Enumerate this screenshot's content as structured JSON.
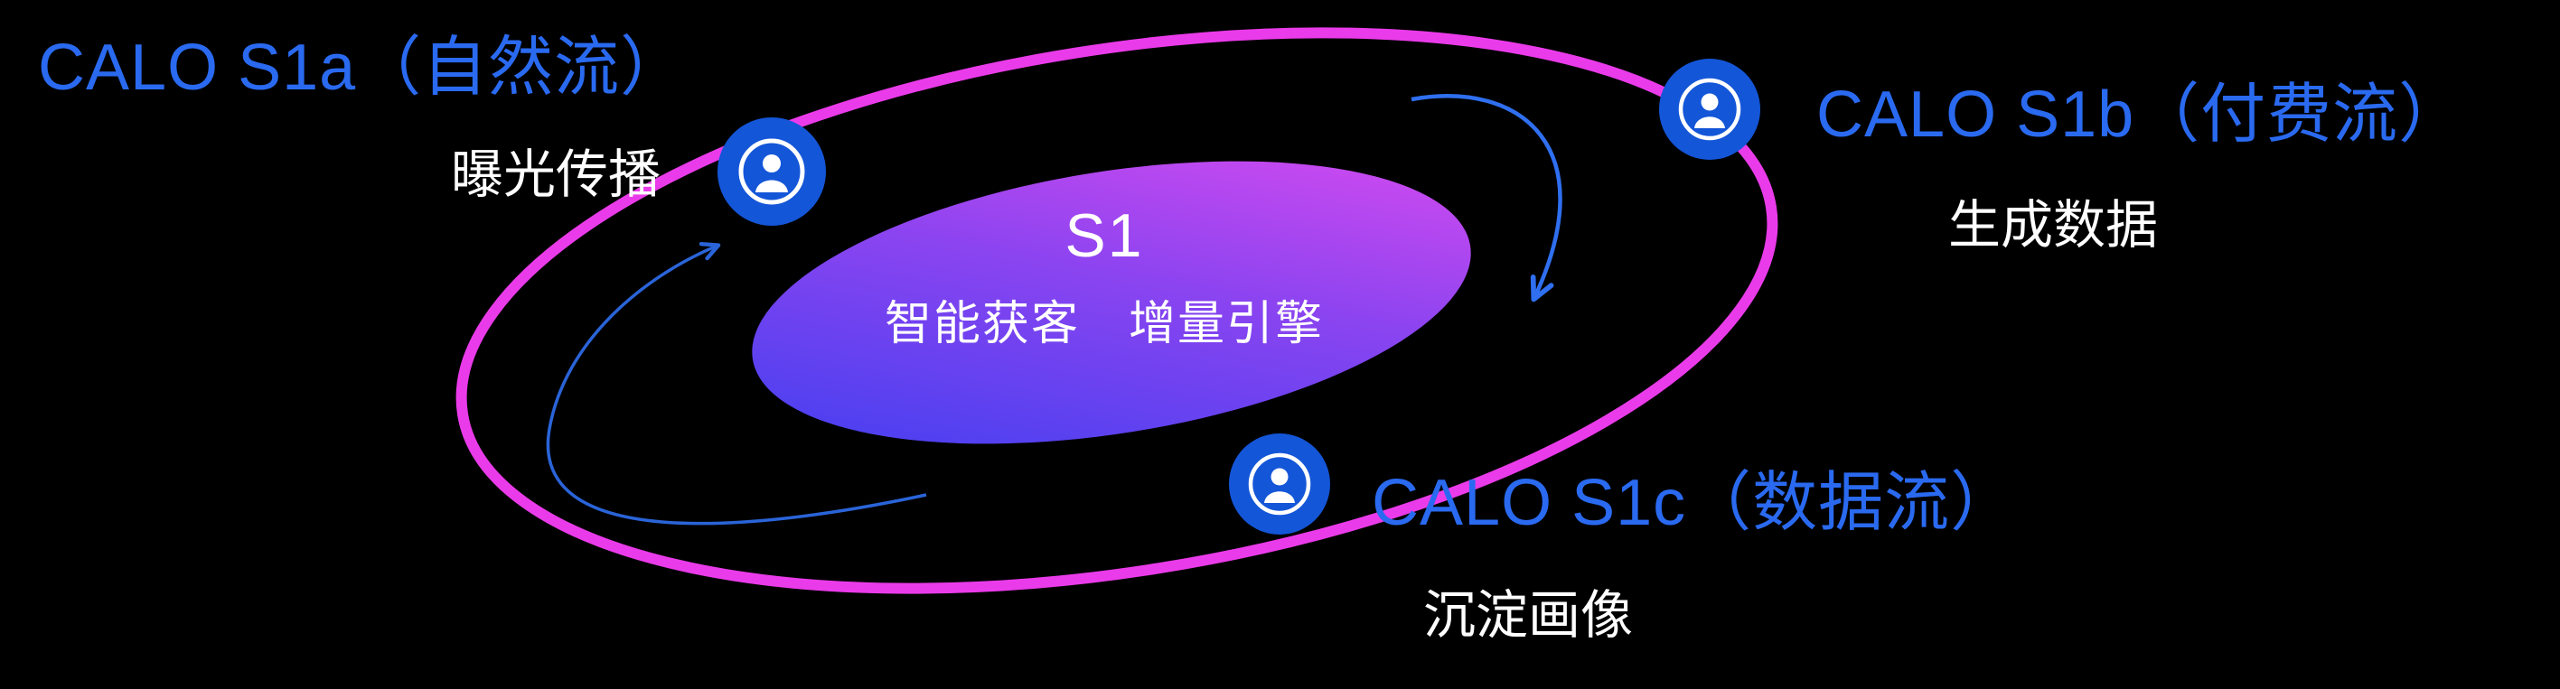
{
  "diagram": {
    "type": "orbit-flow-diagram",
    "background": "#000000",
    "center": {
      "title": "S1",
      "subtitle": "智能获客　增量引擎"
    },
    "nodes": {
      "s1a": {
        "title": "CALO S1a（自然流）",
        "subtitle": "曝光传播",
        "icon": "person-icon"
      },
      "s1b": {
        "title": "CALO S1b（付费流）",
        "subtitle": "生成数据",
        "icon": "person-icon"
      },
      "s1c": {
        "title": "CALO S1c（数据流）",
        "subtitle": "沉淀画像",
        "icon": "person-icon"
      }
    },
    "arrows": [
      {
        "name": "flow-arrow-left",
        "direction": "sweeps from bottom center up toward S1a node"
      },
      {
        "name": "flow-arrow-right",
        "direction": "curves from top center down toward inner ellipse near S1b"
      }
    ],
    "colors": {
      "label_blue": "#2A6AF0",
      "ring_magenta": "#EA3BEA",
      "icon_blue": "#1456D8",
      "inner_gradient_start": "#3B3FF0",
      "inner_gradient_end": "#E04BF0",
      "arrow_blue": "#2F6FF0",
      "text_white": "#FFFFFF"
    }
  }
}
